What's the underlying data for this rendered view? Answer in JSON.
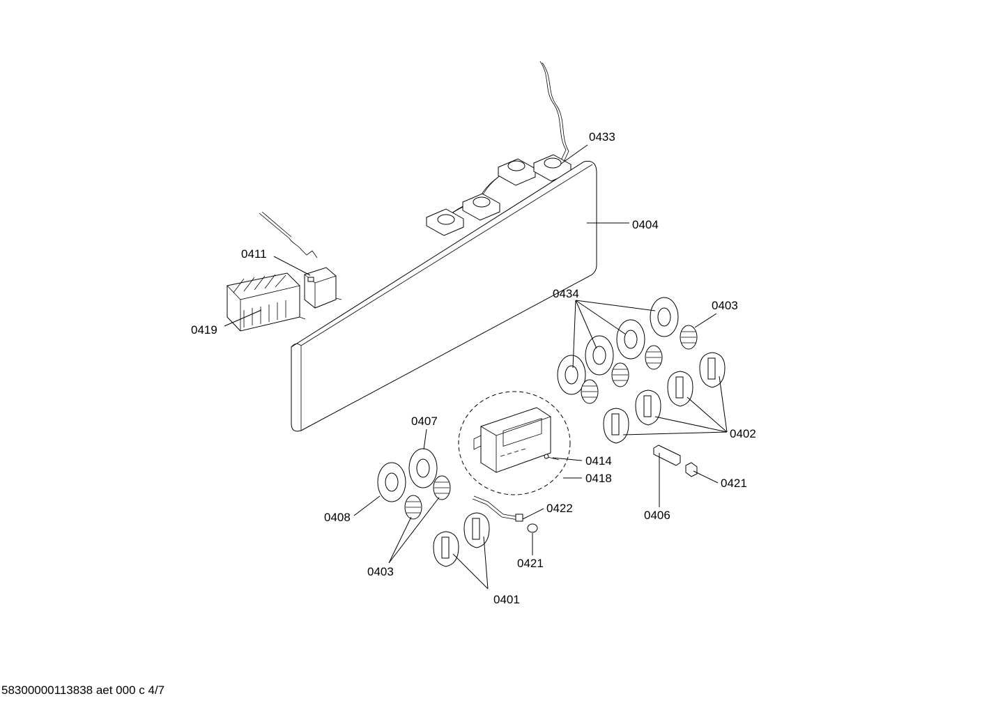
{
  "diagram": {
    "labels": {
      "p0433": "0433",
      "p0404": "0404",
      "p0411": "0411",
      "p0419": "0419",
      "p0434": "0434",
      "p0403a": "0403",
      "p0402": "0402",
      "p0407": "0407",
      "p0414": "0414",
      "p0418": "0418",
      "p0421a": "0421",
      "p0406": "0406",
      "p0408": "0408",
      "p0422": "0422",
      "p0421b": "0421",
      "p0403b": "0403",
      "p0401": "0401"
    }
  },
  "footer": {
    "doc_id": "58300000113838 aet 000 c 4/7"
  }
}
